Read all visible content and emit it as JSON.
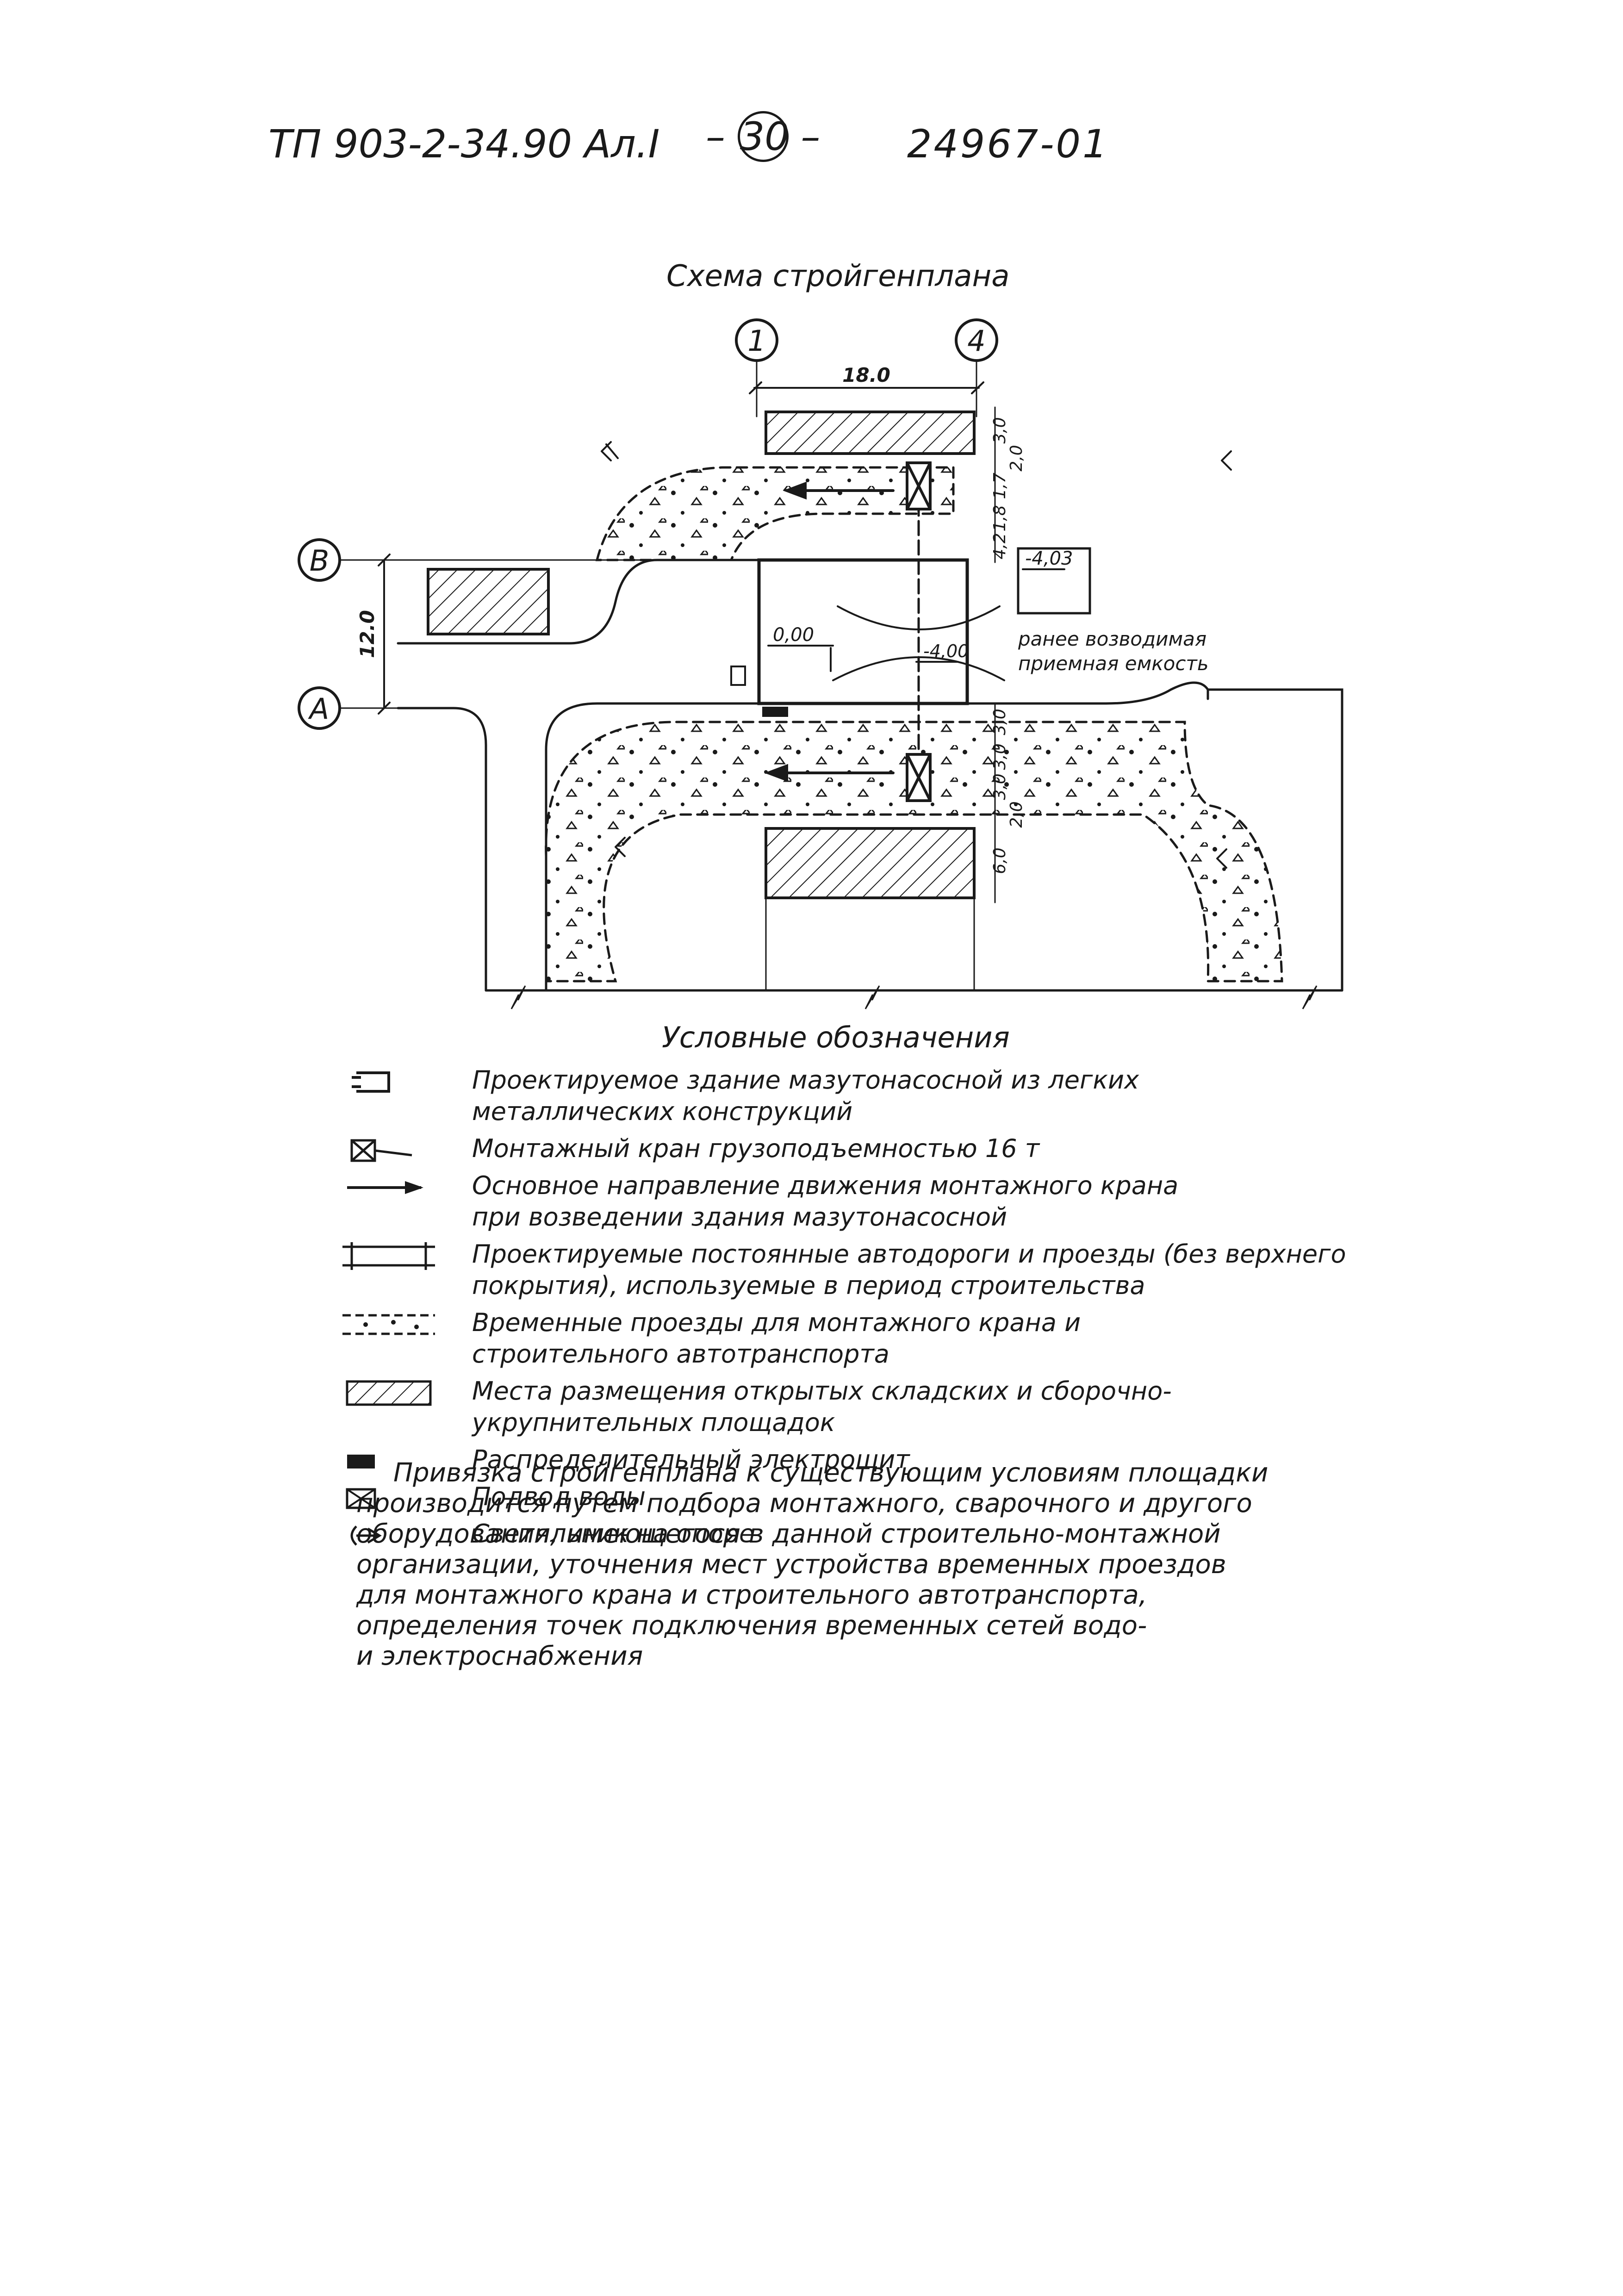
{
  "header": {
    "doc_code": "ТП 903-2-34.90  Ал.I",
    "page_number": "30",
    "inventory_number": "24967-01"
  },
  "scheme": {
    "title": "Схема стройгенплана",
    "axes": {
      "axis_1": "1",
      "axis_4": "4",
      "axis_B": "B",
      "axis_A": "A"
    },
    "dimensions": {
      "axis_span": "18.0",
      "row_span": "12.0",
      "top_3_0": "3,0",
      "top_2_0": "2,0",
      "top_1_7": "1,7",
      "top_1_8": "1,8",
      "top_4_2": "4,2",
      "bottom_3_0a": "3,0",
      "bottom_3_0b": "3,0",
      "bottom_3_0c": "3,0",
      "bottom_2_0": "2,0",
      "bottom_6_0": "6,0"
    },
    "levels": {
      "floor": "0,00",
      "pit": "-4,00",
      "tank": "-4,03"
    },
    "callout": [
      "ранее возводимая",
      "приемная емкость"
    ]
  },
  "legend": {
    "title": "Условные обозначения",
    "items": [
      {
        "icon": "building-icon",
        "lines": [
          "Проектируемое здание мазутонасосной из легких",
          "металлических конструкций"
        ]
      },
      {
        "icon": "crane-icon",
        "lines": [
          "Монтажный кран грузоподъемностью 16 т"
        ]
      },
      {
        "icon": "direction-arrow-icon",
        "lines": [
          "Основное направление движения монтажного крана",
          "при возведении здания мазутонасосной"
        ]
      },
      {
        "icon": "road-icon",
        "lines": [
          "Проектируемые постоянные автодороги и проезды (без верхнего",
          "покрытия), используемые в период строительства"
        ]
      },
      {
        "icon": "temp-road-icon",
        "lines": [
          "Временные проезды для монтажного крана и",
          "строительного автотранспорта"
        ]
      },
      {
        "icon": "storage-area-icon",
        "lines": [
          "Места размещения открытых складских и сборочно-",
          "укрупнительных площадок"
        ]
      },
      {
        "icon": "switchboard-icon",
        "lines": [
          "Распределительный электрощит"
        ]
      },
      {
        "icon": "water-supply-icon",
        "lines": [
          "Подвод воды"
        ]
      },
      {
        "icon": "lamp-post-icon",
        "lines": [
          "Светильник на опоре"
        ]
      }
    ]
  },
  "note": [
    "Привязка стройгенплана к существующим условиям площадки",
    "производится путем подбора монтажного, сварочного и другого",
    "оборудования, имеющегося в данной строительно-монтажной",
    "организации, уточнения мест устройства временных проездов",
    "для монтажного крана и строительного автотранспорта,",
    "определения точек подключения временных сетей водо-",
    "и электроснабжения"
  ]
}
